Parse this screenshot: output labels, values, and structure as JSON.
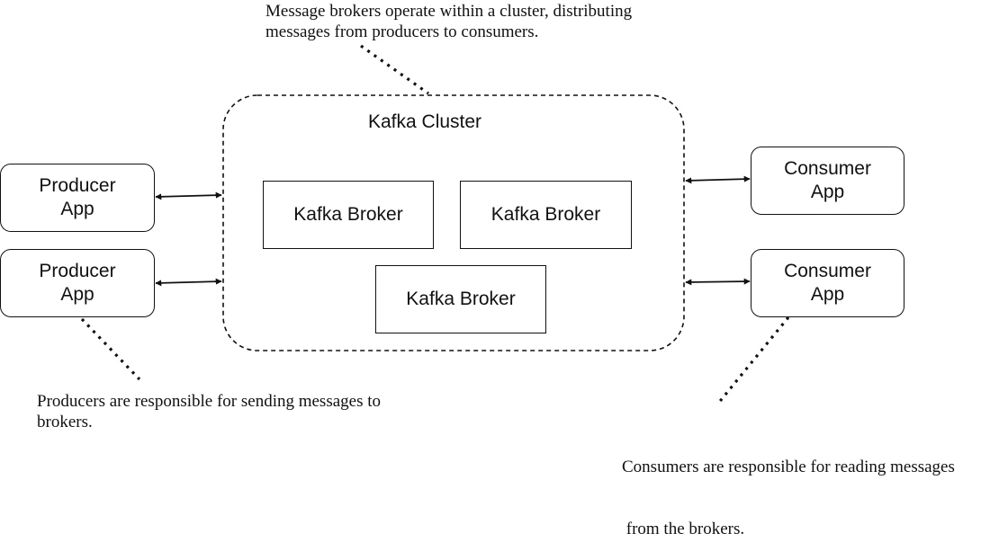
{
  "notes": {
    "top": [
      "Message brokers operate within a cluster, distributing",
      "messages from producers to consumers."
    ],
    "producers": [
      "Producers are responsible for sending messages to",
      "brokers."
    ],
    "consumers": [
      "Consumers are responsible for reading messages",
      " from the brokers."
    ]
  },
  "cluster": {
    "title": "Kafka Cluster",
    "brokers": [
      {
        "label": "Kafka Broker"
      },
      {
        "label": "Kafka Broker"
      },
      {
        "label": "Kafka Broker"
      }
    ]
  },
  "producers": [
    {
      "line1": "Producer",
      "line2": "App"
    },
    {
      "line1": "Producer",
      "line2": "App"
    }
  ],
  "consumers": [
    {
      "line1": "Consumer",
      "line2": "App"
    },
    {
      "line1": "Consumer",
      "line2": "App"
    }
  ],
  "colors": {
    "stroke": "#111111",
    "background": "#ffffff"
  }
}
